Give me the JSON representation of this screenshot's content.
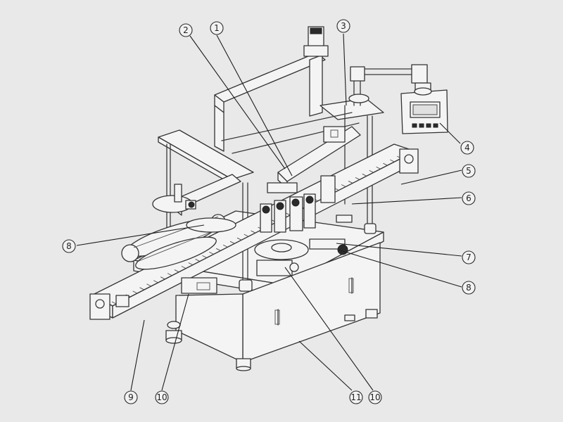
{
  "diagram": {
    "callouts": [
      "1",
      "2",
      "3",
      "4",
      "5",
      "6",
      "7",
      "8",
      "8",
      "9",
      "10",
      "10",
      "11"
    ]
  },
  "colors": {
    "background": "#e9e9e9",
    "line": "#333333"
  }
}
